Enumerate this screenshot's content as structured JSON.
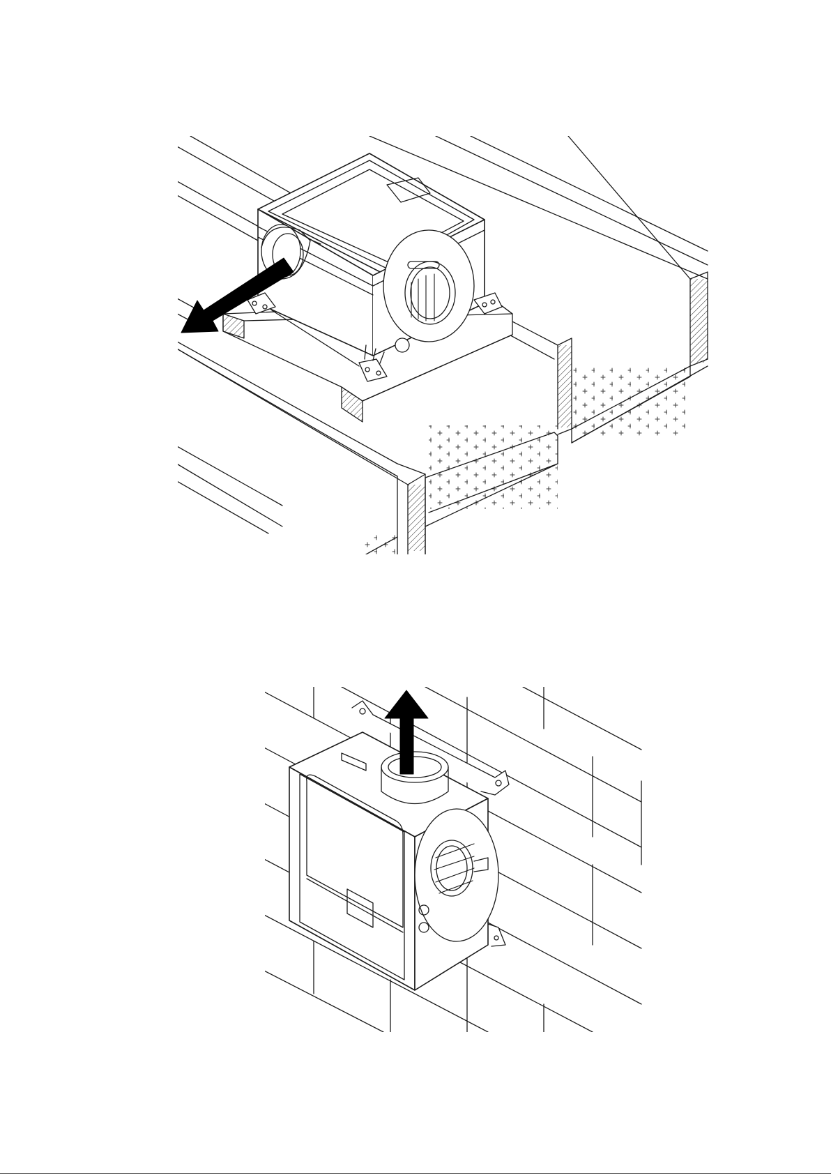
{
  "figures": [
    {
      "id": "ceiling-mounted-unit",
      "arrow_direction": "down-left"
    },
    {
      "id": "wall-mounted-unit",
      "arrow_direction": "up"
    }
  ],
  "colors": {
    "line": "#1a1a1a",
    "arrow": "#000000",
    "background": "#ffffff"
  }
}
